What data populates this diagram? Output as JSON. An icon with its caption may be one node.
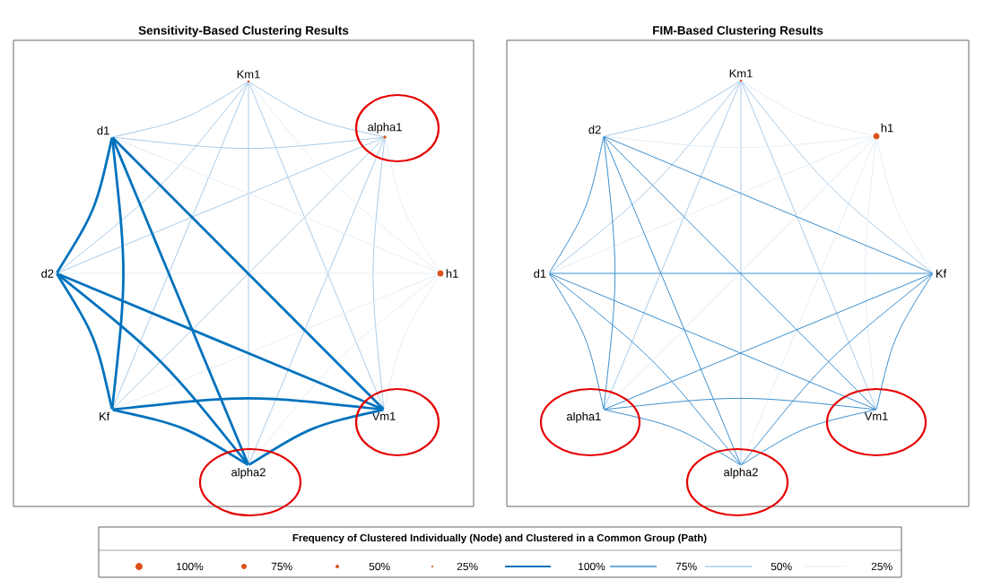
{
  "diagram": {
    "nodes": [
      {
        "text": [
          "Sensitivity-Based Clustering Results"
        ]
      },
      {
        "text": [
          "Km1"
        ],
        "in": 0
      },
      {
        "text": [
          "d1"
        ],
        "in": 0
      },
      {
        "text": [
          "alpha1"
        ],
        "in": 0
      },
      {
        "text": [
          "d2"
        ],
        "in": 0
      },
      {
        "text": [
          "h1"
        ],
        "in": 0
      },
      {
        "text": [
          "Kf"
        ],
        "in": 0
      },
      {
        "text": [
          "Vm1"
        ],
        "in": 0
      },
      {
        "text": [
          "alpha2"
        ],
        "in": 0
      },
      {
        "text": [
          "FIM-Based Clustering Results"
        ]
      },
      {
        "text": [
          "Km1"
        ],
        "in": 9
      },
      {
        "text": [
          "d2"
        ],
        "in": 9
      },
      {
        "text": [
          "h1"
        ],
        "in": 9
      },
      {
        "text": [
          "d1"
        ],
        "in": 9
      },
      {
        "text": [
          "Kf"
        ],
        "in": 9
      },
      {
        "text": [
          "alpha1"
        ],
        "in": 9
      },
      {
        "text": [
          "Vm1"
        ],
        "in": 9
      },
      {
        "text": [
          "alpha2"
        ],
        "in": 9
      }
    ],
    "edges": [
      {
        "from": 2,
        "to": 4,
        "arrow": "none",
        "style": "thick",
        "color": "#0072bd"
      },
      {
        "from": 2,
        "to": 6,
        "arrow": "none",
        "style": "thick",
        "color": "#0072bd"
      },
      {
        "from": 2,
        "to": 8,
        "arrow": "none",
        "style": "thick",
        "color": "#0072bd"
      },
      {
        "from": 2,
        "to": 7,
        "arrow": "none",
        "style": "thick",
        "color": "#0072bd"
      },
      {
        "from": 4,
        "to": 6,
        "arrow": "none",
        "style": "thick",
        "color": "#0072bd"
      },
      {
        "from": 4,
        "to": 8,
        "arrow": "none",
        "style": "thick",
        "color": "#0072bd"
      },
      {
        "from": 4,
        "to": 7,
        "arrow": "none",
        "style": "thick",
        "color": "#0072bd"
      },
      {
        "from": 6,
        "to": 7,
        "arrow": "none",
        "style": "thick",
        "color": "#0072bd"
      },
      {
        "from": 6,
        "to": 8,
        "arrow": "none",
        "style": "thick",
        "color": "#0072bd"
      },
      {
        "from": 8,
        "to": 7,
        "arrow": "none",
        "style": "thick",
        "color": "#0072bd"
      },
      {
        "from": 1,
        "to": 2,
        "arrow": "none",
        "color": "#a8cbe8"
      },
      {
        "from": 1,
        "to": 3,
        "arrow": "none",
        "color": "#a8cbe8"
      },
      {
        "from": 1,
        "to": 4,
        "arrow": "none",
        "color": "#a8cbe8"
      },
      {
        "from": 1,
        "to": 6,
        "arrow": "none",
        "color": "#a8cbe8"
      },
      {
        "from": 1,
        "to": 8,
        "arrow": "none",
        "color": "#a8cbe8"
      },
      {
        "from": 1,
        "to": 7,
        "arrow": "none",
        "color": "#a8cbe8"
      },
      {
        "from": 3,
        "to": 2,
        "arrow": "none",
        "color": "#a8cbe8"
      },
      {
        "from": 3,
        "to": 4,
        "arrow": "none",
        "color": "#a8cbe8"
      },
      {
        "from": 3,
        "to": 6,
        "arrow": "none",
        "color": "#a8cbe8"
      },
      {
        "from": 3,
        "to": 8,
        "arrow": "none",
        "color": "#a8cbe8"
      },
      {
        "from": 3,
        "to": 7,
        "arrow": "none",
        "color": "#a8cbe8"
      },
      {
        "from": 1,
        "to": 5,
        "arrow": "none",
        "color": "#e2eef8"
      },
      {
        "from": 3,
        "to": 5,
        "arrow": "none",
        "color": "#e2eef8"
      },
      {
        "from": 5,
        "to": 2,
        "arrow": "none",
        "color": "#e2eef8"
      },
      {
        "from": 5,
        "to": 4,
        "arrow": "none",
        "color": "#e2eef8"
      },
      {
        "from": 5,
        "to": 6,
        "arrow": "none",
        "color": "#e2eef8"
      },
      {
        "from": 5,
        "to": 8,
        "arrow": "none",
        "color": "#e2eef8"
      },
      {
        "from": 5,
        "to": 7,
        "arrow": "none",
        "color": "#e2eef8"
      },
      {
        "from": 11,
        "to": 13,
        "arrow": "none",
        "color": "#3a8fcf"
      },
      {
        "from": 11,
        "to": 14,
        "arrow": "none",
        "color": "#3a8fcf"
      },
      {
        "from": 11,
        "to": 15,
        "arrow": "none",
        "color": "#3a8fcf"
      },
      {
        "from": 11,
        "to": 16,
        "arrow": "none",
        "color": "#3a8fcf"
      },
      {
        "from": 11,
        "to": 17,
        "arrow": "none",
        "color": "#3a8fcf"
      },
      {
        "from": 13,
        "to": 14,
        "arrow": "none",
        "color": "#3a8fcf"
      },
      {
        "from": 13,
        "to": 15,
        "arrow": "none",
        "color": "#3a8fcf"
      },
      {
        "from": 13,
        "to": 16,
        "arrow": "none",
        "color": "#3a8fcf"
      },
      {
        "from": 13,
        "to": 17,
        "arrow": "none",
        "color": "#3a8fcf"
      },
      {
        "from": 14,
        "to": 15,
        "arrow": "none",
        "color": "#3a8fcf"
      },
      {
        "from": 14,
        "to": 16,
        "arrow": "none",
        "color": "#3a8fcf"
      },
      {
        "from": 14,
        "to": 17,
        "arrow": "none",
        "color": "#3a8fcf"
      },
      {
        "from": 15,
        "to": 16,
        "arrow": "none",
        "color": "#3a8fcf"
      },
      {
        "from": 15,
        "to": 17,
        "arrow": "none",
        "color": "#3a8fcf"
      },
      {
        "from": 17,
        "to": 16,
        "arrow": "none",
        "color": "#3a8fcf"
      },
      {
        "from": 10,
        "to": 11,
        "arrow": "none",
        "color": "#a8cbe8"
      },
      {
        "from": 10,
        "to": 13,
        "arrow": "none",
        "color": "#a8cbe8"
      },
      {
        "from": 10,
        "to": 15,
        "arrow": "none",
        "color": "#a8cbe8"
      },
      {
        "from": 10,
        "to": 17,
        "arrow": "none",
        "color": "#a8cbe8"
      },
      {
        "from": 10,
        "to": 16,
        "arrow": "none",
        "color": "#a8cbe8"
      },
      {
        "from": 10,
        "to": 14,
        "arrow": "none",
        "color": "#a8cbe8"
      },
      {
        "from": 12,
        "to": 10,
        "arrow": "none",
        "color": "#e2eef8"
      },
      {
        "from": 12,
        "to": 11,
        "arrow": "none",
        "color": "#e2eef8"
      },
      {
        "from": 12,
        "to": 13,
        "arrow": "none",
        "color": "#e2eef8"
      },
      {
        "from": 12,
        "to": 15,
        "arrow": "none",
        "color": "#e2eef8"
      },
      {
        "from": 12,
        "to": 17,
        "arrow": "none",
        "color": "#e2eef8"
      },
      {
        "from": 12,
        "to": 16,
        "arrow": "none",
        "color": "#e2eef8"
      },
      {
        "from": 12,
        "to": 14,
        "arrow": "none",
        "color": "#e2eef8"
      }
    ],
    "labels": [
      "Frequency of Clustered Individually (Node) and Clustered in a Common Group (Path)"
    ],
    "legend": [
      {
        "text": "100%"
      },
      {
        "text": "75%"
      },
      {
        "text": "50%"
      },
      {
        "text": "25%"
      },
      {
        "text": "100%"
      },
      {
        "text": "75%"
      },
      {
        "text": "50%"
      },
      {
        "text": "25%"
      }
    ]
  }
}
